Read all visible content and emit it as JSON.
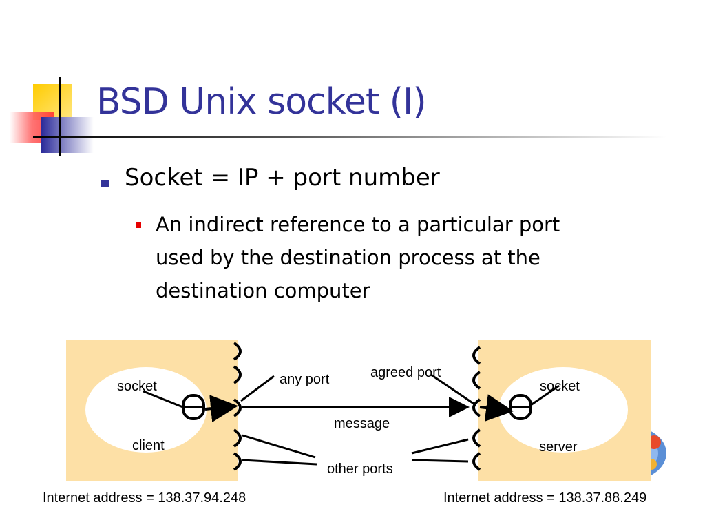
{
  "slide": {
    "title": "BSD Unix socket (I)",
    "bullets": [
      {
        "text": "Socket = IP + port number",
        "sub": [
          {
            "lines": [
              "An indirect reference to a particular port",
              "used by the destination process at the",
              "destination computer"
            ]
          }
        ]
      }
    ]
  },
  "diagram": {
    "left": {
      "process": "client",
      "socket": "socket",
      "address": "Internet address = 138.37.94.248"
    },
    "right": {
      "process": "server",
      "socket": "socket",
      "address": "Internet address = 138.37.88.249"
    },
    "labels": {
      "any_port": "any port",
      "agreed_port": "agreed port",
      "message": "message",
      "other_ports": "other ports"
    }
  },
  "colors": {
    "title": "#333399",
    "bullet1": "#333399",
    "bullet2": "#e60000",
    "host_box": "#fde0a6"
  },
  "icons": [
    "decorative-squares",
    "cd-logo-icon"
  ]
}
